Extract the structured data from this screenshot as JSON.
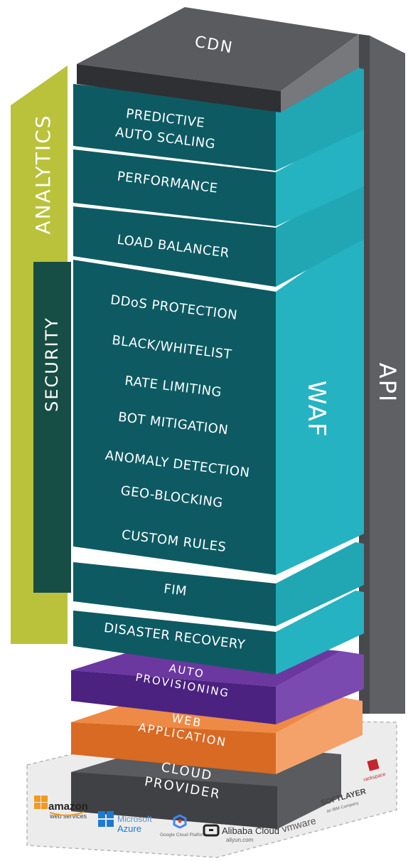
{
  "stack": {
    "cdn": "CDN",
    "predictive": [
      "PREDICTIVE",
      "AUTO SCALING"
    ],
    "performance": "PERFORMANCE",
    "load_balancer": "LOAD BALANCER",
    "waf_items": [
      "DDoS PROTECTION",
      "BLACK/WHITELIST",
      "RATE LIMITING",
      "BOT MITIGATION",
      "ANOMALY DETECTION",
      "GEO-BLOCKING",
      "CUSTOM RULES"
    ],
    "fim": "FIM",
    "disaster_recovery": "DISASTER RECOVERY",
    "auto_provisioning": [
      "AUTO",
      "PROVISIONING"
    ],
    "web_application": [
      "WEB",
      "APPLICATION"
    ],
    "cloud_provider": [
      "CLOUD",
      "PROVIDER"
    ]
  },
  "side_labels": {
    "analytics": "ANALYTICS",
    "security": "SECURITY",
    "waf": "WAF",
    "api": "API"
  },
  "providers": {
    "amazon": [
      "amazon",
      "web services"
    ],
    "azure": [
      "Microsoft",
      "Azure"
    ],
    "google": "Google Cloud Platform",
    "alibaba": [
      "Alibaba Cloud",
      "aliyun.com"
    ],
    "vmware": "vmware",
    "softlayer": [
      "SOFTLAYER",
      "an IBM Company"
    ],
    "rackspace": "rackspace"
  },
  "colors": {
    "teal_front": "#0e5a63",
    "teal_side": "#25b3c2",
    "purple": "#5b2b8f",
    "orange": "#e8782f",
    "gray": "#5a5b5e",
    "green": "#b9c23a",
    "dark_green": "#164d45",
    "api_gray": "#5e6064"
  }
}
